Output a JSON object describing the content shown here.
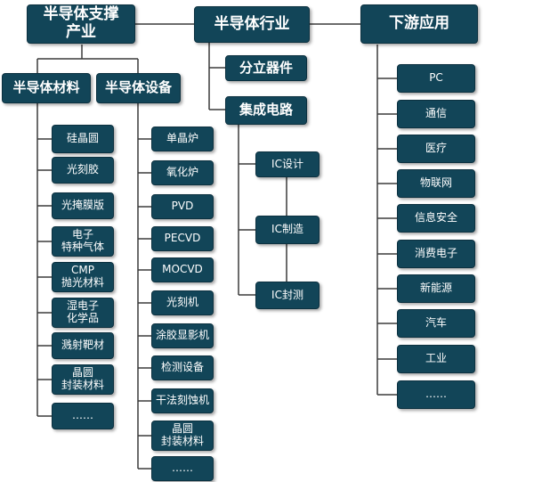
{
  "nodes": {
    "support": "半导体支撑\n产业",
    "industry": "半导体行业",
    "downstream": "下游应用",
    "materials": "半导体材料",
    "equipment": "半导体设备",
    "discrete": "分立器件",
    "ic": "集成电路"
  },
  "materials_items": [
    "硅晶圆",
    "光刻胶",
    "光掩膜版",
    "电子\n特种气体",
    "CMP\n抛光材料",
    "湿电子\n化学品",
    "溅射靶材",
    "晶圆\n封装材料",
    "……"
  ],
  "equipment_items": [
    "单晶炉",
    "氧化炉",
    "PVD",
    "PECVD",
    "MOCVD",
    "光刻机",
    "涂胶显影机",
    "检测设备",
    "干法刻蚀机",
    "晶圆\n封装材料",
    "……"
  ],
  "ic_items": [
    "IC设计",
    "IC制造",
    "IC封测"
  ],
  "downstream_items": [
    "PC",
    "通信",
    "医疗",
    "物联网",
    "信息安全",
    "消费电子",
    "新能源",
    "汽车",
    "工业",
    "……"
  ],
  "colors": {
    "box": "#124558",
    "line": "#3b3b3b",
    "text": "#ffffff"
  }
}
